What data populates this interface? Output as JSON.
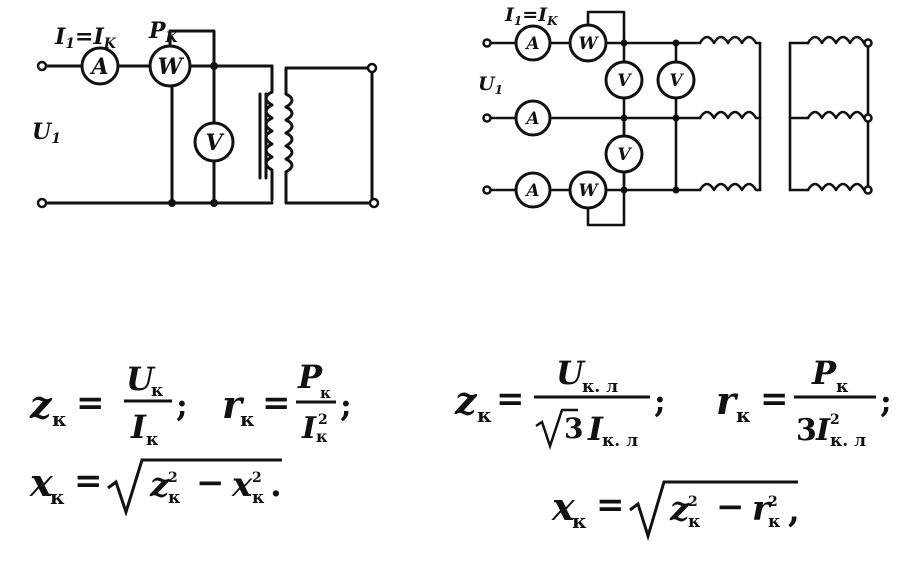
{
  "left_circuit": {
    "current_label": "I",
    "current_sub": "1",
    "current_eq": "=I",
    "current_eq_sub": "K",
    "power_label": "P",
    "power_sub": "K",
    "voltage_label": "U",
    "voltage_sub": "1",
    "ammeter": "A",
    "wattmeter": "W",
    "voltmeter": "V"
  },
  "right_circuit": {
    "current_label": "I",
    "current_sub": "1",
    "current_eq": "=I",
    "current_eq_sub": "K",
    "voltage_label": "U",
    "voltage_sub": "1",
    "ammeter": "A",
    "wattmeter": "W",
    "voltmeter": "V"
  },
  "formulas_single_phase": {
    "z_lhs": "z",
    "r_lhs": "r",
    "x_lhs": "x",
    "sub_k": "к",
    "num_u": "U",
    "den_i": "I",
    "num_p": "P",
    "eq": "=",
    "semicolon": ";",
    "minus": "−",
    "period": ".",
    "sq": "2",
    "x_rad_1": "z",
    "x_rad_2": "x"
  },
  "formulas_three_phase": {
    "z_lhs": "z",
    "r_lhs": "r",
    "x_lhs": "x",
    "sub_k": "к",
    "sub_kl": "к. л",
    "num_u": "U",
    "den_sqrt3": "3",
    "den_i": "I",
    "num_p": "P",
    "den_3": "3",
    "eq": "=",
    "semicolon": ";",
    "minus": "−",
    "comma": ",",
    "sq": "2",
    "x_rad_1": "z",
    "x_rad_2": "r"
  }
}
